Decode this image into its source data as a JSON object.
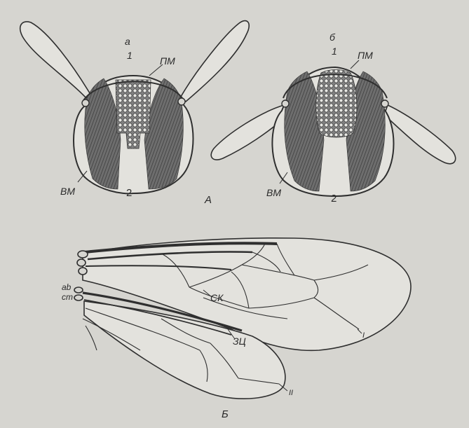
{
  "panel_A": {
    "letter": "А",
    "left_diagram": {
      "sub_label": "а",
      "top_number": "1",
      "top_muscle_label": "ПМ",
      "side_muscle_label": "ВМ",
      "bottom_number": "2"
    },
    "right_diagram": {
      "sub_label": "б",
      "top_number": "1",
      "top_muscle_label": "ПМ",
      "side_muscle_label": "ВМ",
      "bottom_number": "2"
    }
  },
  "panel_B": {
    "letter": "Б",
    "cell_label": "СК",
    "hook_label": "ЗЦ",
    "forewing_numeral": "I",
    "hindwing_numeral": "II",
    "base_label_1": "ab",
    "base_label_2": "ст"
  },
  "colors": {
    "background": "#d6d5d0",
    "ink": "#2f2f2f",
    "muscle_fill": "#5c5c5c",
    "wing_fill": "#e3e2dd"
  }
}
